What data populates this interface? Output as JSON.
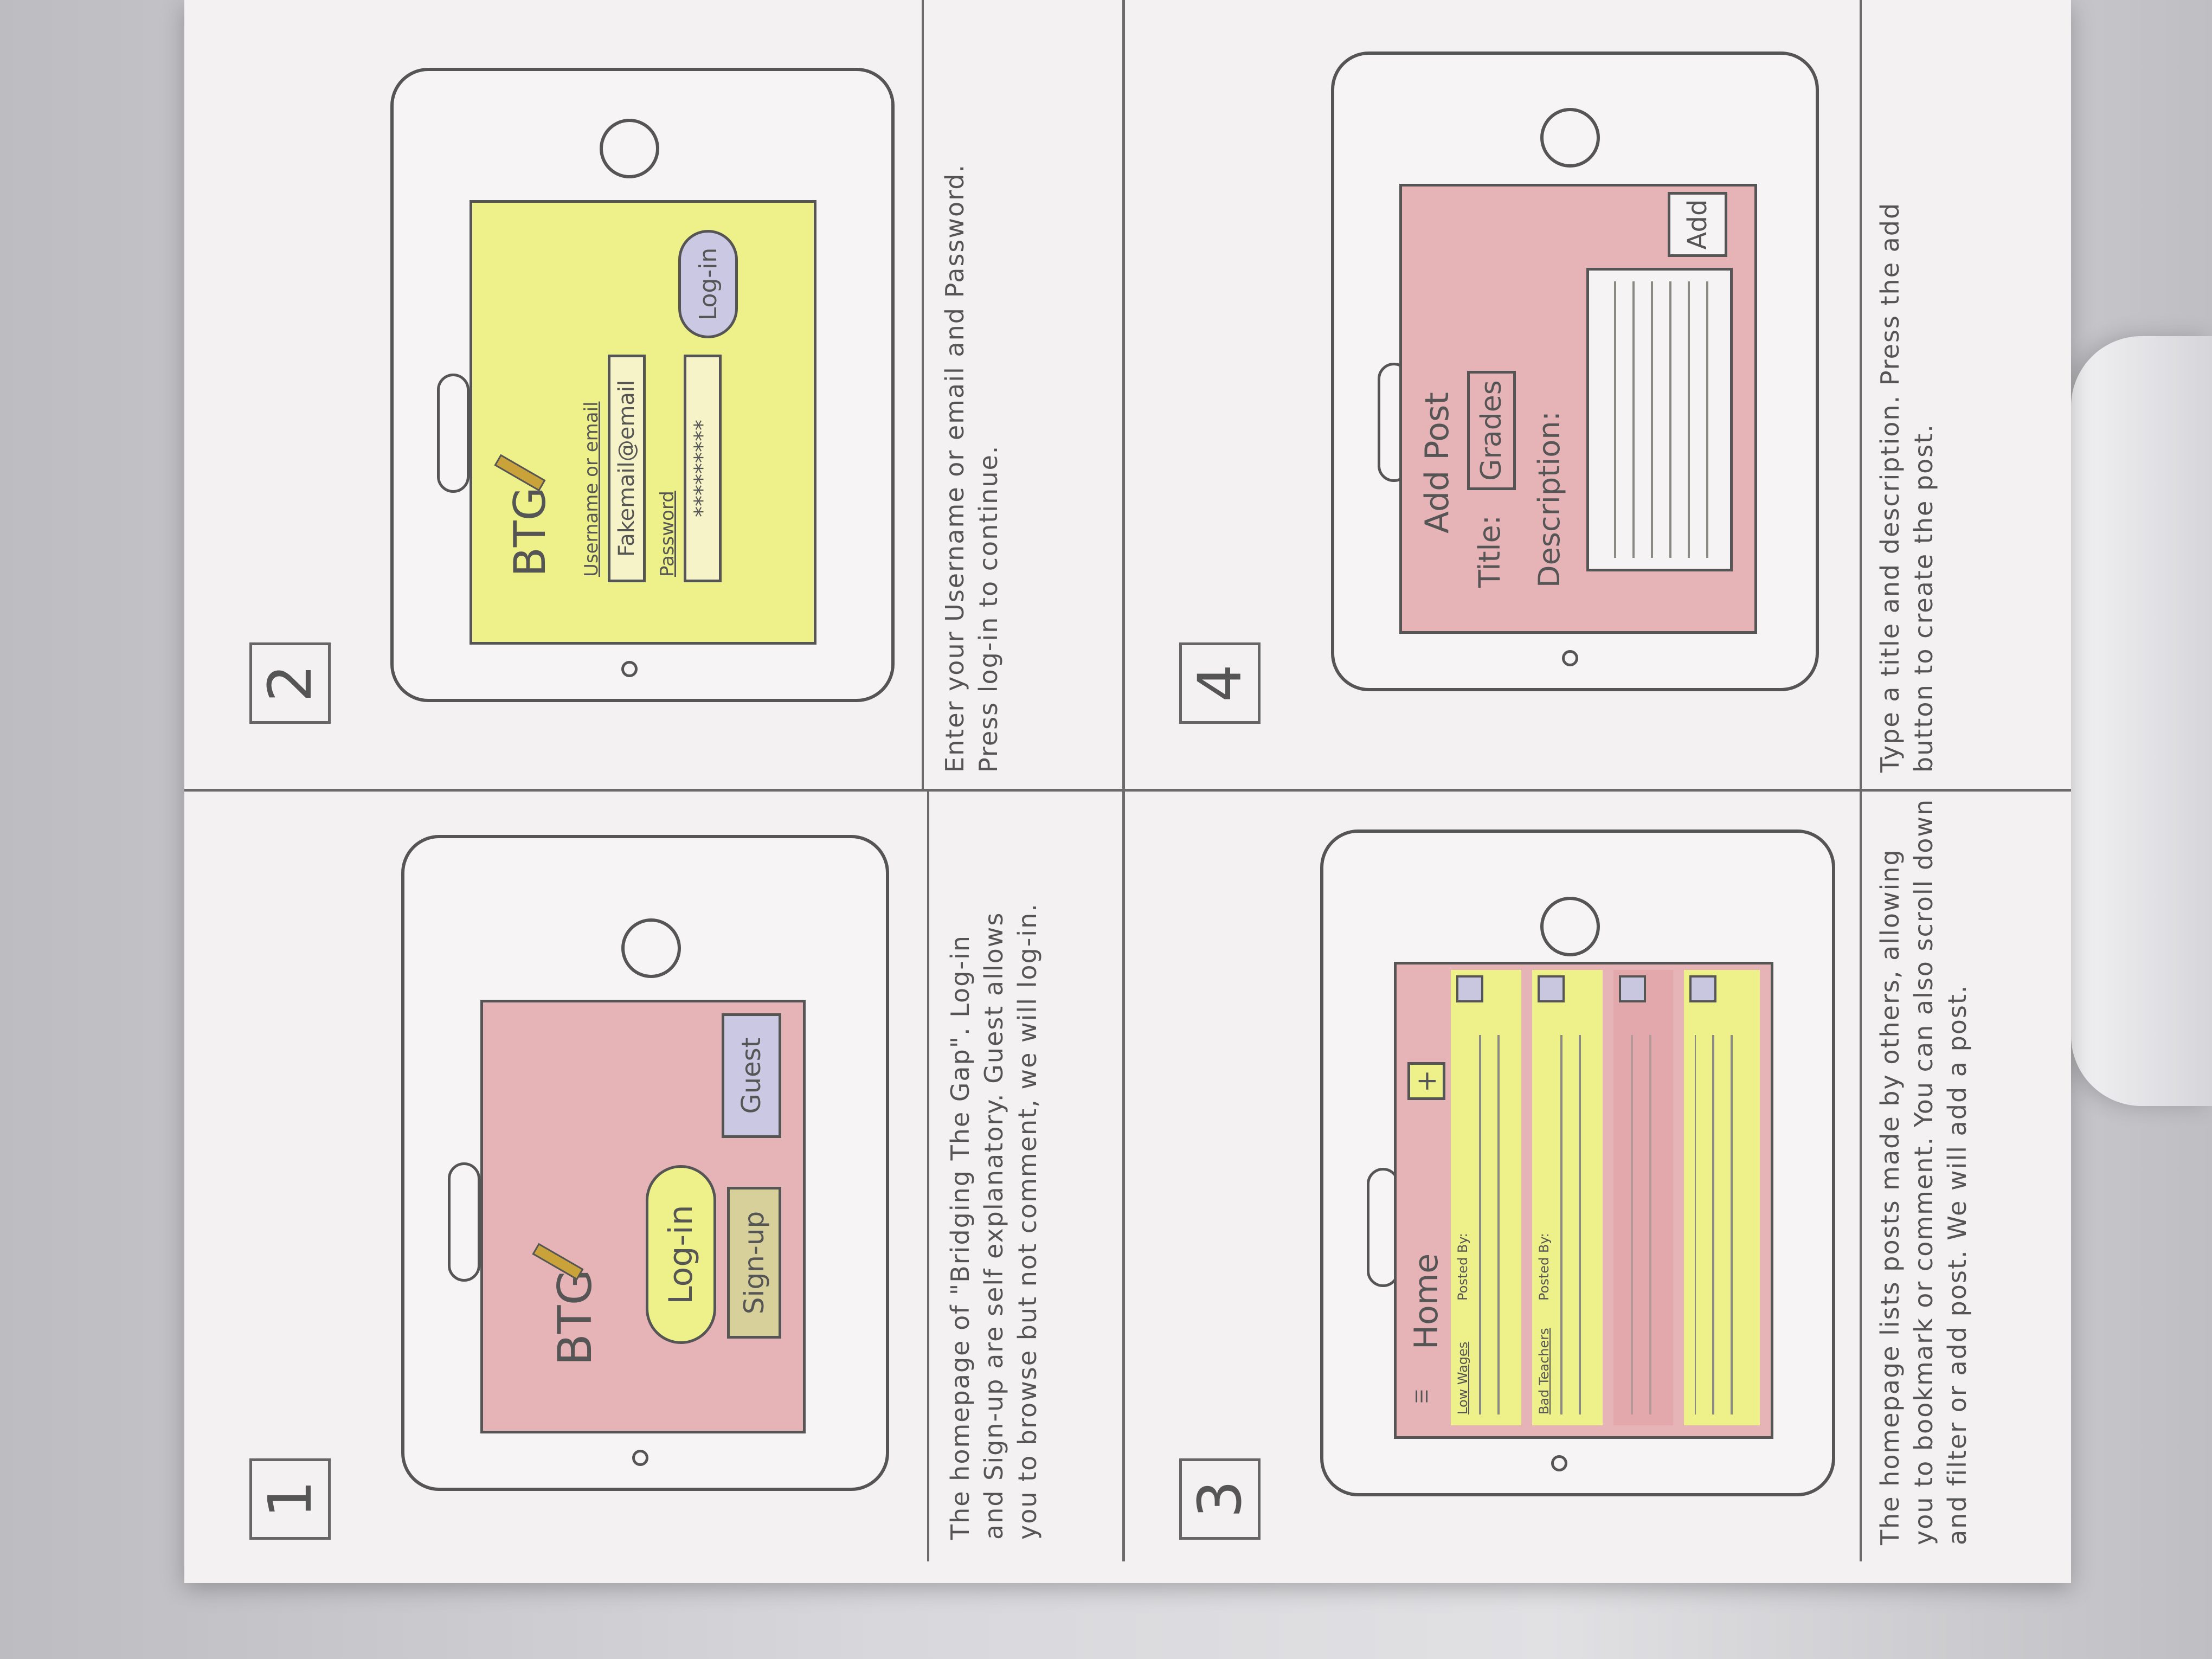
{
  "panel_1": {
    "number": "1",
    "logo": "BTG",
    "buttons": [
      "Log-in",
      "Sign-up",
      "Guest"
    ],
    "caption": [
      "The homepage of \"Bridging The Gap\". Log-in",
      "and Sign-up are self explanatory. Guest allows",
      "you to browse but not comment, we will log-in."
    ]
  },
  "panel_2": {
    "number": "2",
    "logo": "BTG",
    "username_label": "Username or email",
    "username_value": "Fakemail@email",
    "password_label": "Password",
    "password_value": "*********",
    "login_button": "Log-in",
    "caption": [
      "Enter your Username or email and Password.",
      "Press log-in to continue."
    ]
  },
  "panel_3": {
    "number": "3",
    "header_title": "Home",
    "add_button": "+",
    "posts": [
      {
        "title": "Low Wages",
        "meta": "Posted By:"
      },
      {
        "title": "Bad Teachers",
        "meta": "Posted By:"
      },
      {
        "title": "",
        "meta": ""
      },
      {
        "title": "",
        "meta": ""
      }
    ],
    "caption": [
      "The homepage lists posts made by others, allowing",
      "you to bookmark or comment. You can also scroll down",
      "and filter or add post. We will add a post."
    ]
  },
  "panel_4": {
    "number": "4",
    "header_title": "Add Post",
    "title_label": "Title:",
    "title_value": "Grades",
    "description_label": "Description:",
    "add_button": "Add",
    "caption": [
      "Type a title and description. Press the add",
      "button to create the post."
    ]
  },
  "colors": {
    "pink": "#e6b3b6",
    "yellow": "#eef08a",
    "lavender": "#cbc8e3",
    "pencil": "#555555"
  }
}
